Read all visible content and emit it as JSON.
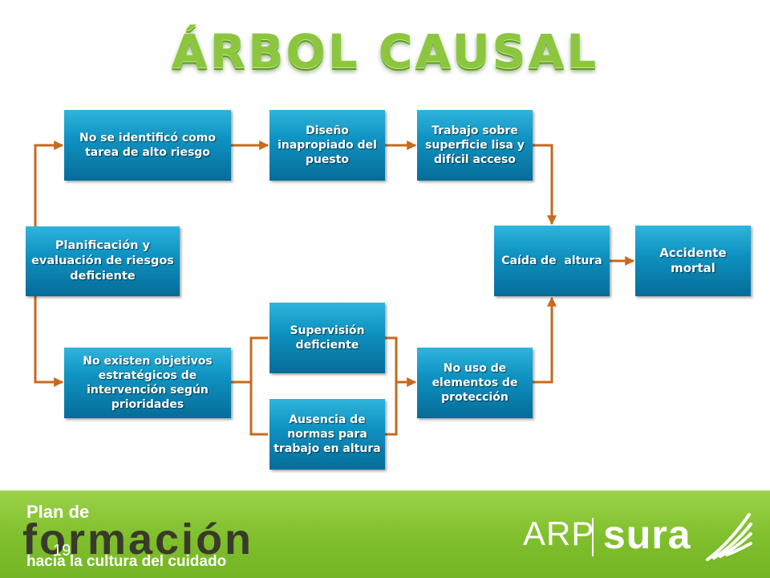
{
  "title": "ÁRBOL CAUSAL",
  "nodes": {
    "planificacion": "Planificación y evaluación de riesgos deficiente",
    "no_identifico": "No se identificó como tarea de alto riesgo",
    "diseno": "Diseño inapropiado del puesto",
    "trabajo_superficie": "Trabajo sobre superficie lisa y difícil acceso",
    "no_objetivos": "No existen objetivos estratégicos de intervención según prioridades",
    "supervision": "Supervisión deficiente",
    "ausencia_normas": "Ausencia de normas para trabajo en altura",
    "no_uso": "No uso de elementos de protección",
    "caida": "Caída de  altura",
    "accidente": "Accidente mortal"
  },
  "footer": {
    "plan": "Plan de",
    "formacion": "formación",
    "subtitle": "hacia la cultura del cuidado",
    "page_number": "19",
    "arp": "ARP",
    "sura": "sura"
  },
  "colors": {
    "title_green": "#8cc63f",
    "box_blue": "#0f93c2",
    "connector_orange": "#c8691c",
    "footer_green": "#7fbf2c"
  }
}
